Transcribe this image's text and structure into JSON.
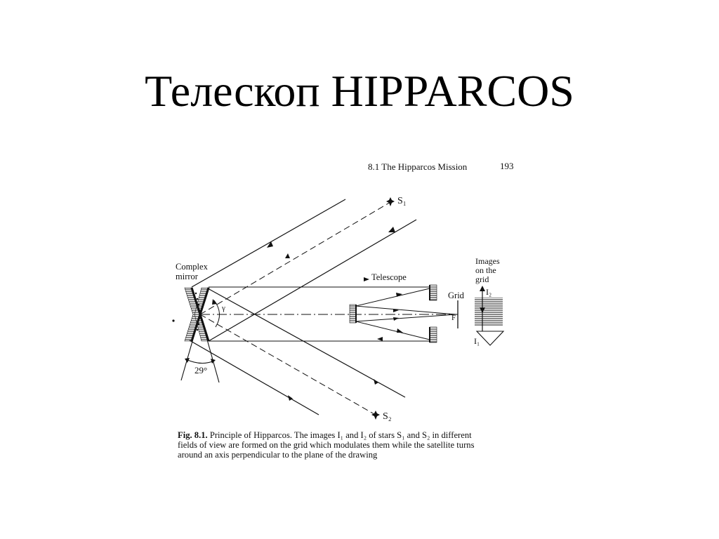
{
  "slide": {
    "title": "Телескоп HIPPARCOS"
  },
  "page": {
    "running_head": "8.1  The Hipparcos Mission",
    "page_number": "193"
  },
  "labels": {
    "star1": "S₁",
    "star2": "S₂",
    "mirror_line1": "Complex",
    "mirror_line2": "mirror",
    "gamma": "γ",
    "angle": "29°",
    "telescope": "Telescope",
    "grid": "Grid",
    "focus": "F",
    "images_line1": "Images",
    "images_line2": "on the",
    "images_line3": "grid",
    "image1": "I₁",
    "image2": "I₂"
  },
  "caption": {
    "line1_bold": "Fig. 8.1.",
    "line1_rest": " Principle of Hipparcos. The images I₁ and I₂ of stars S₁ and S₂ in different",
    "line2": "fields of view are formed on the grid which modulates them while the satellite turns",
    "line3": "around an axis perpendicular to the plane of the drawing"
  },
  "colors": {
    "ink": "#111111",
    "background": "#ffffff"
  }
}
